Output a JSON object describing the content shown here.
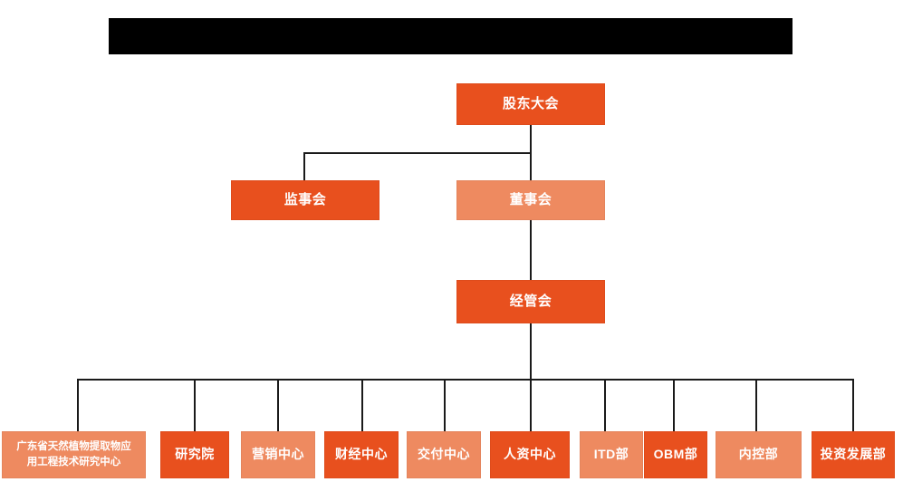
{
  "page": {
    "title_bar": {
      "name": "redacted-title-bar",
      "text": "",
      "redacted": true,
      "color": "#000000"
    },
    "background": "#ffffff"
  },
  "palette": {
    "dark_orange": "#e8501e",
    "light_orange": "#ee8a60",
    "connector": "#1a1a1a",
    "text": "#ffffff"
  },
  "chart_data": {
    "type": "diagram",
    "subtype": "organization-chart",
    "title": "",
    "orientation": "top-down",
    "levels": [
      {
        "level": 1,
        "nodes": [
          {
            "id": "n1",
            "label": "股东大会",
            "tone": "dark"
          }
        ]
      },
      {
        "level": 2,
        "nodes": [
          {
            "id": "n2",
            "label": "监事会",
            "tone": "dark"
          },
          {
            "id": "n3",
            "label": "董事会",
            "tone": "light"
          }
        ]
      },
      {
        "level": 3,
        "nodes": [
          {
            "id": "n4",
            "label": "经管会",
            "tone": "dark"
          }
        ]
      },
      {
        "level": 4,
        "nodes": [
          {
            "id": "n5",
            "label": "广东省天然植物提取物应\n用工程技术研究中心",
            "tone": "light"
          },
          {
            "id": "n6",
            "label": "研究院",
            "tone": "dark"
          },
          {
            "id": "n7",
            "label": "营销中心",
            "tone": "light"
          },
          {
            "id": "n8",
            "label": "财经中心",
            "tone": "dark"
          },
          {
            "id": "n9",
            "label": "交付中心",
            "tone": "light"
          },
          {
            "id": "n10",
            "label": "人资中心",
            "tone": "dark"
          },
          {
            "id": "n11",
            "label": "ITD部",
            "tone": "light"
          },
          {
            "id": "n12",
            "label": "OBM部",
            "tone": "dark"
          },
          {
            "id": "n13",
            "label": "内控部",
            "tone": "light"
          },
          {
            "id": "n14",
            "label": "投资发展部",
            "tone": "dark"
          }
        ]
      }
    ],
    "edges": [
      {
        "from": "n1",
        "to": "n2"
      },
      {
        "from": "n1",
        "to": "n3"
      },
      {
        "from": "n3",
        "to": "n4"
      },
      {
        "from": "n4",
        "to": "n5"
      },
      {
        "from": "n4",
        "to": "n6"
      },
      {
        "from": "n4",
        "to": "n7"
      },
      {
        "from": "n4",
        "to": "n8"
      },
      {
        "from": "n4",
        "to": "n9"
      },
      {
        "from": "n4",
        "to": "n10"
      },
      {
        "from": "n4",
        "to": "n11"
      },
      {
        "from": "n4",
        "to": "n12"
      },
      {
        "from": "n4",
        "to": "n13"
      },
      {
        "from": "n4",
        "to": "n14"
      }
    ]
  }
}
